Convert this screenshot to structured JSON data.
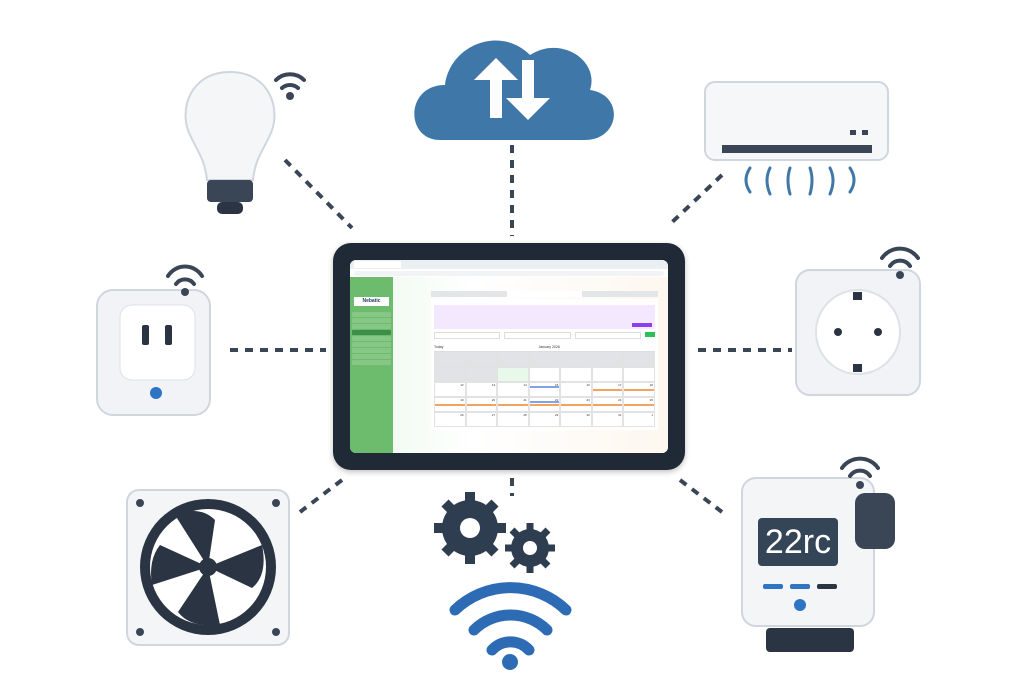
{
  "thermostat": {
    "display": "22rc"
  },
  "tablet": {
    "app_logo": "Nebatic",
    "calendar": {
      "today_label": "Today",
      "month_label": "January 2026",
      "days": [
        "12",
        "13",
        "14",
        "15",
        "16",
        "17",
        "18",
        "19",
        "20",
        "21",
        "22",
        "23",
        "24",
        "25",
        "26",
        "27",
        "28",
        "29",
        "30",
        "31",
        "1"
      ]
    }
  },
  "colors": {
    "cloud": "#3f78a8",
    "dark": "#2e3d4f",
    "sidebar": "#6dbb6c"
  }
}
